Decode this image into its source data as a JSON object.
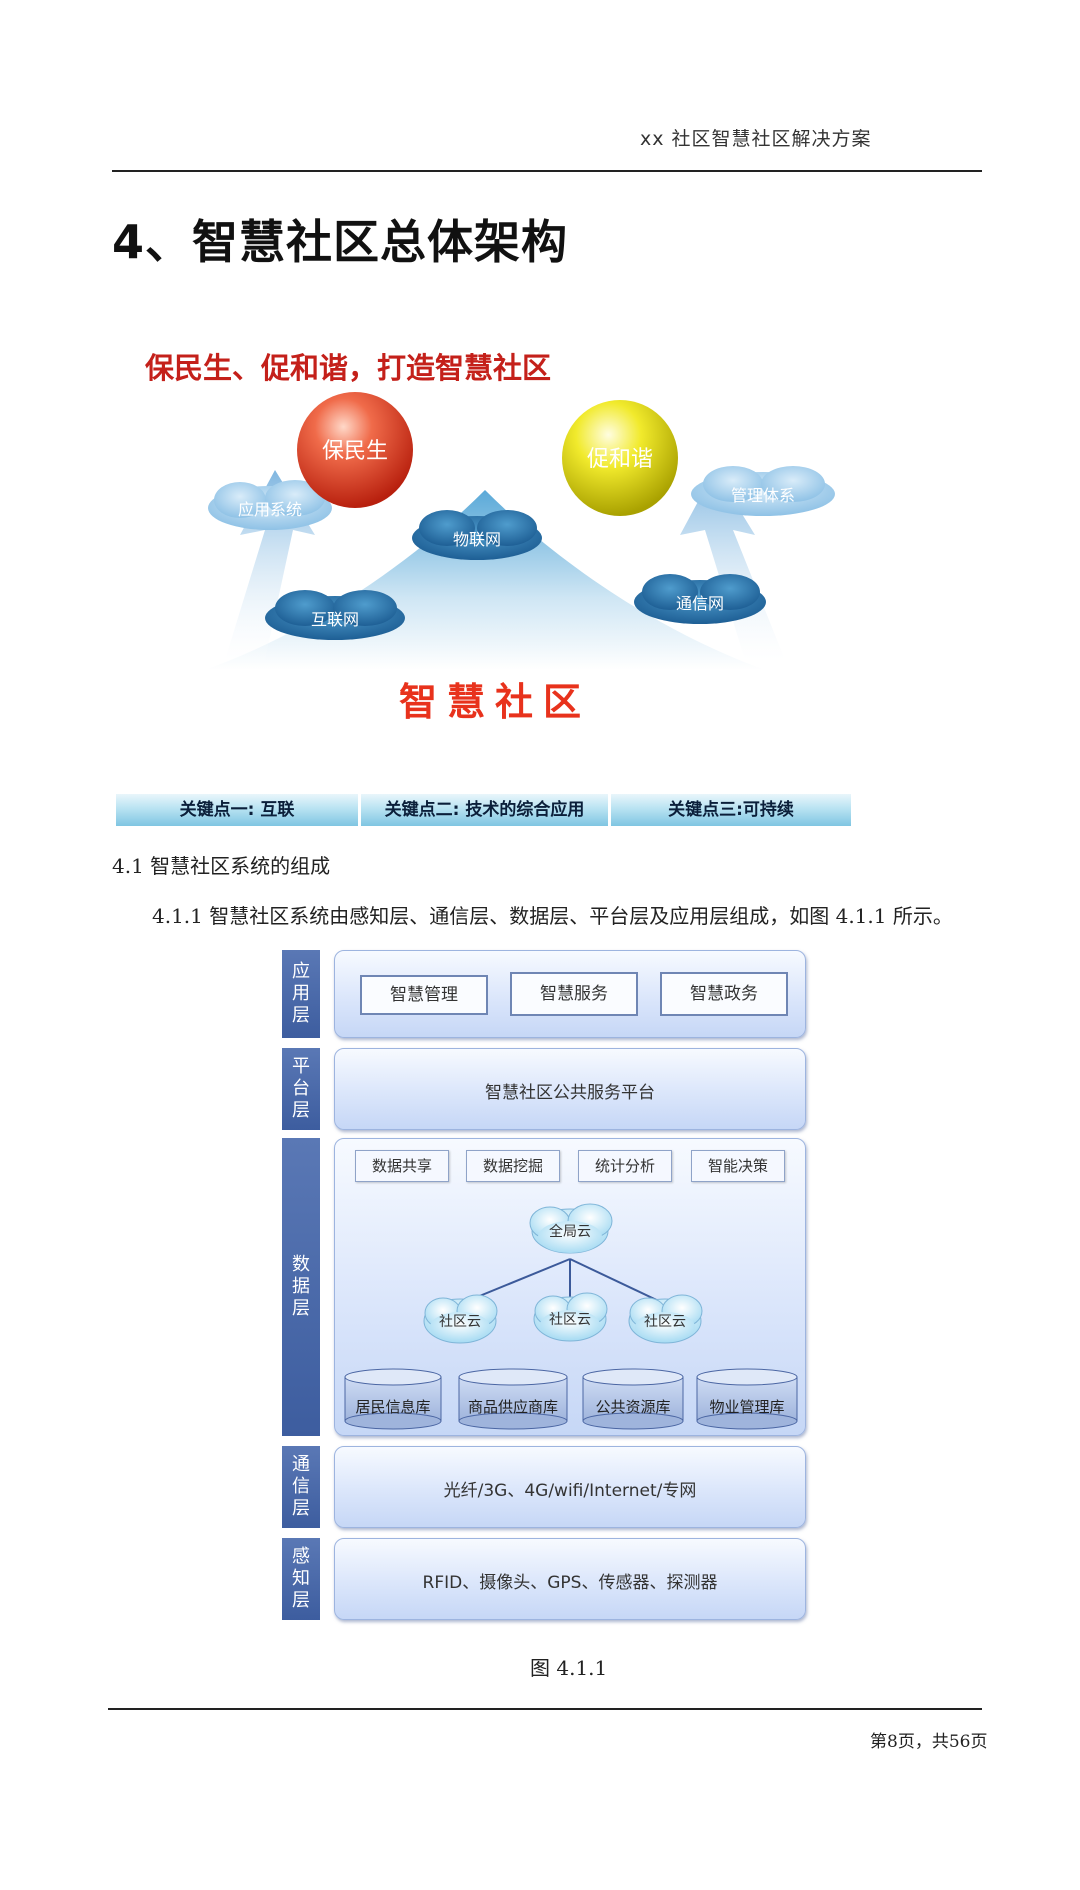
{
  "header": {
    "doc_title": "xx 社区智慧社区解决方案"
  },
  "heading": "4、智慧社区总体架构",
  "hero": {
    "slogan": "保民生、促和谐，打造智慧社区",
    "ball_left": "保民生",
    "ball_right": "促和谐",
    "clouds": [
      "应用系统",
      "物联网",
      "管理体系",
      "互联网",
      "通信网"
    ],
    "center_title": "智慧社区",
    "key_points": [
      "关键点一: 互联",
      "关键点二: 技术的综合应用",
      "关键点三:可持续"
    ]
  },
  "section": {
    "title": "4.1 智慧社区系统的组成",
    "text": "4.1.1 智慧社区系统由感知层、通信层、数据层、平台层及应用层组成，如图 4.1.1 所示。"
  },
  "diagram": {
    "layers": {
      "app": {
        "label": "应用层",
        "boxes": [
          "智慧管理",
          "智慧服务",
          "智慧政务"
        ]
      },
      "platform": {
        "label": "平台层",
        "text": "智慧社区公共服务平台"
      },
      "data": {
        "label": "数据层",
        "boxes": [
          "数据共享",
          "数据挖掘",
          "统计分析",
          "智能决策"
        ],
        "root_cloud": "全局云",
        "clouds": [
          "社区云",
          "社区云",
          "社区云"
        ],
        "databases": [
          "居民信息库",
          "商品供应商库",
          "公共资源库",
          "物业管理库"
        ]
      },
      "comm": {
        "label": "通信层",
        "text": "光纤/3G、4G/wifi/Internet/专网"
      },
      "sense": {
        "label": "感知层",
        "text": "RFID、摄像头、GPS、传感器、探测器"
      }
    },
    "caption": "图 4.1.1"
  },
  "footer": {
    "page": "第8页，共56页"
  }
}
